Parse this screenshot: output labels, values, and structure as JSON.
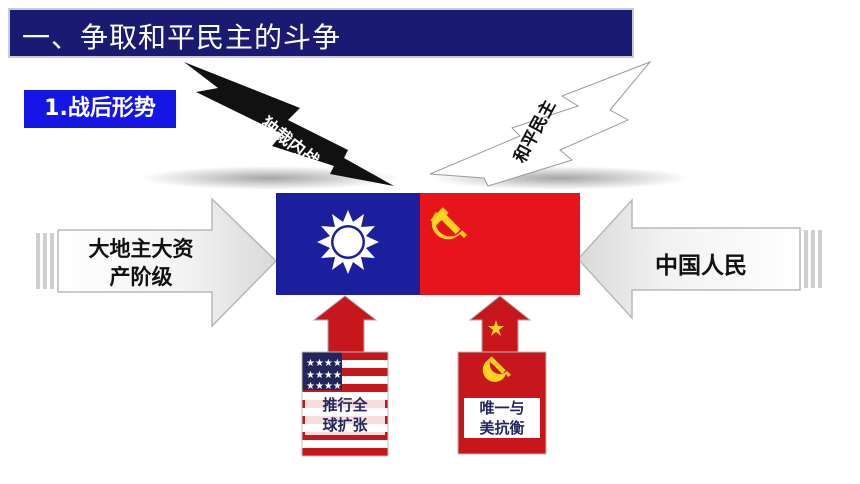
{
  "title": "一、争取和平民主的斗争",
  "subtitle": "1.战后形势",
  "bolt_left_text": "独裁内战",
  "bolt_right_text": "和平民主",
  "left_arrow_text": [
    "大地主大资",
    "产阶级"
  ],
  "right_arrow_text": "中国人民",
  "usa_arrow_text": [
    "推行全",
    "球扩张"
  ],
  "ussr_arrow_text": [
    "唯一与",
    "美抗衡"
  ],
  "colors": {
    "title_bg": "#1a1a72",
    "subtitle_bg": "#1515e6",
    "kmt_blue": "#1b1f9e",
    "cpc_red": "#e8141c",
    "ussr_red": "#c8161d"
  },
  "icons": {
    "kmt_flag": "white-sun-icon",
    "cpc_flag": "hammer-sickle-icon",
    "usa": "us-flag-icon",
    "ussr": "hammer-sickle-star-icon"
  }
}
